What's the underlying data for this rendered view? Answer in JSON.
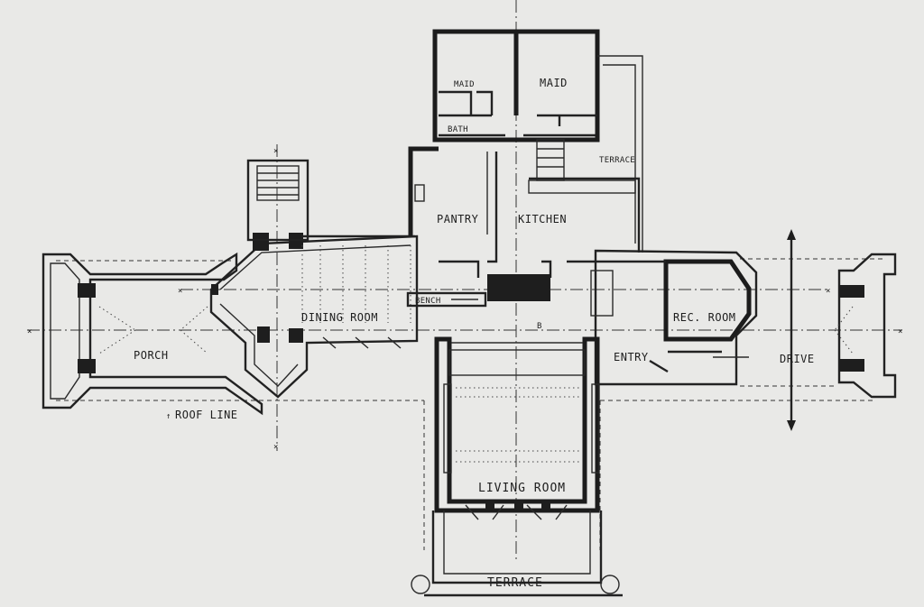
{
  "rooms": {
    "maid_left": "MAID",
    "maid_right": "MAID",
    "bath": "BATH",
    "terrace_upper": "TERRACE",
    "pantry": "PANTRY",
    "kitchen": "KITCHEN",
    "bench": "BENCH",
    "dining_room": "DINING ROOM",
    "porch": "PORCH",
    "roof_line": "ROOF LINE",
    "rec_room": "REC. ROOM",
    "entry": "ENTRY",
    "drive": "DRIVE",
    "living_room": "LIVING ROOM",
    "terrace_lower": "TERRACE",
    "b_mark": "B"
  }
}
